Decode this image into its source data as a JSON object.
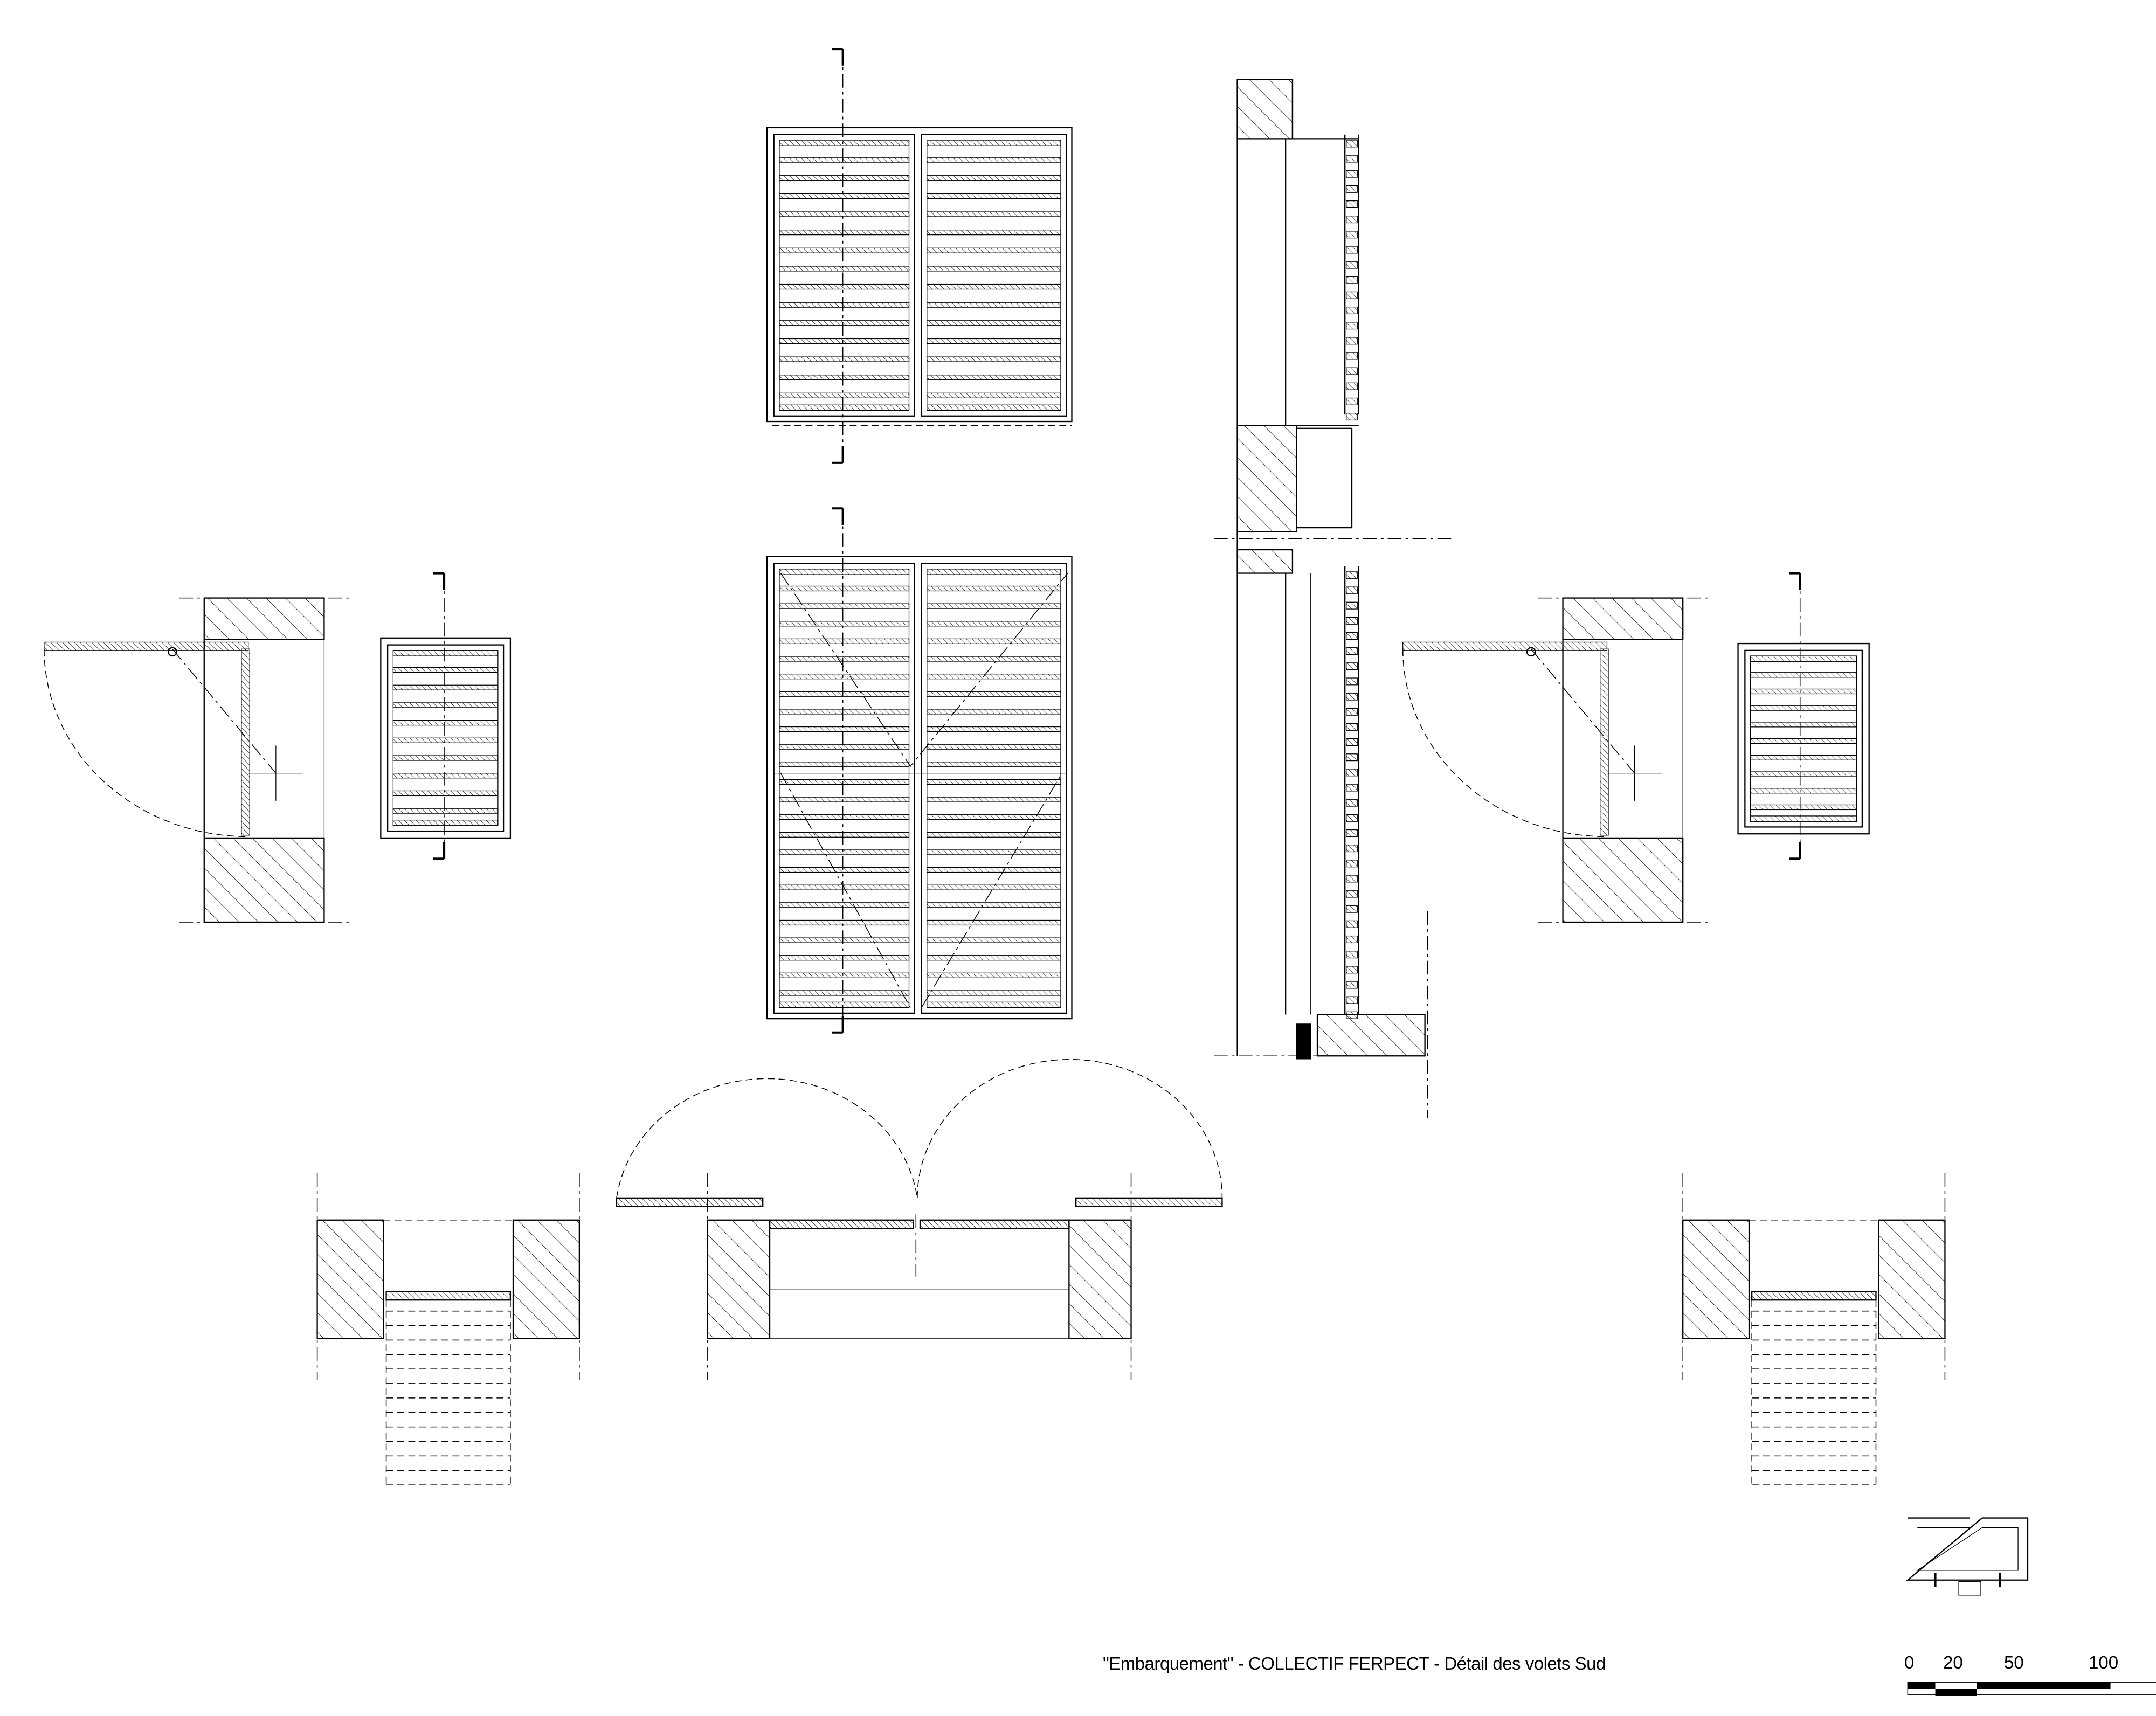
{
  "caption": "\"Embarquement\" - COLLECTIF FERPECT - Détail des volets Sud",
  "scale_bar": {
    "labels": [
      "0",
      "20",
      "50",
      "100"
    ]
  },
  "views": [
    "top-elevation-small",
    "elevation-large",
    "vertical-section",
    "plan-left",
    "plan-right",
    "small-elevation-left",
    "small-elevation-right",
    "plan-bottom-left",
    "plan-bottom-middle",
    "plan-bottom-right",
    "key-plan"
  ]
}
